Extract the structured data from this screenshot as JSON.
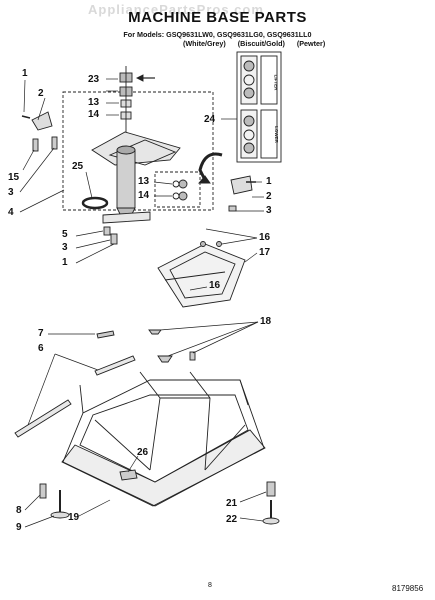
{
  "watermark": "AppliancePartsPros.com",
  "header": {
    "title": "MACHINE BASE PARTS",
    "models_line": "For Models: GSQ9631LW0, GSQ9631LG0, GSQ9631LL0",
    "finishes": [
      "(White/Grey)",
      "(Biscuit/Gold)",
      "(Pewter)"
    ]
  },
  "callouts": [
    "1",
    "2",
    "15",
    "3",
    "4",
    "25",
    "23",
    "13",
    "14",
    "24",
    "13",
    "14",
    "1",
    "2",
    "3",
    "5",
    "3",
    "1",
    "16",
    "17",
    "16",
    "7",
    "6",
    "18",
    "26",
    "8",
    "9",
    "19",
    "21",
    "22"
  ],
  "inset_labels": [
    "LIFTER",
    "LOWER"
  ],
  "footer": {
    "page": "8",
    "part_number": "8179856"
  }
}
